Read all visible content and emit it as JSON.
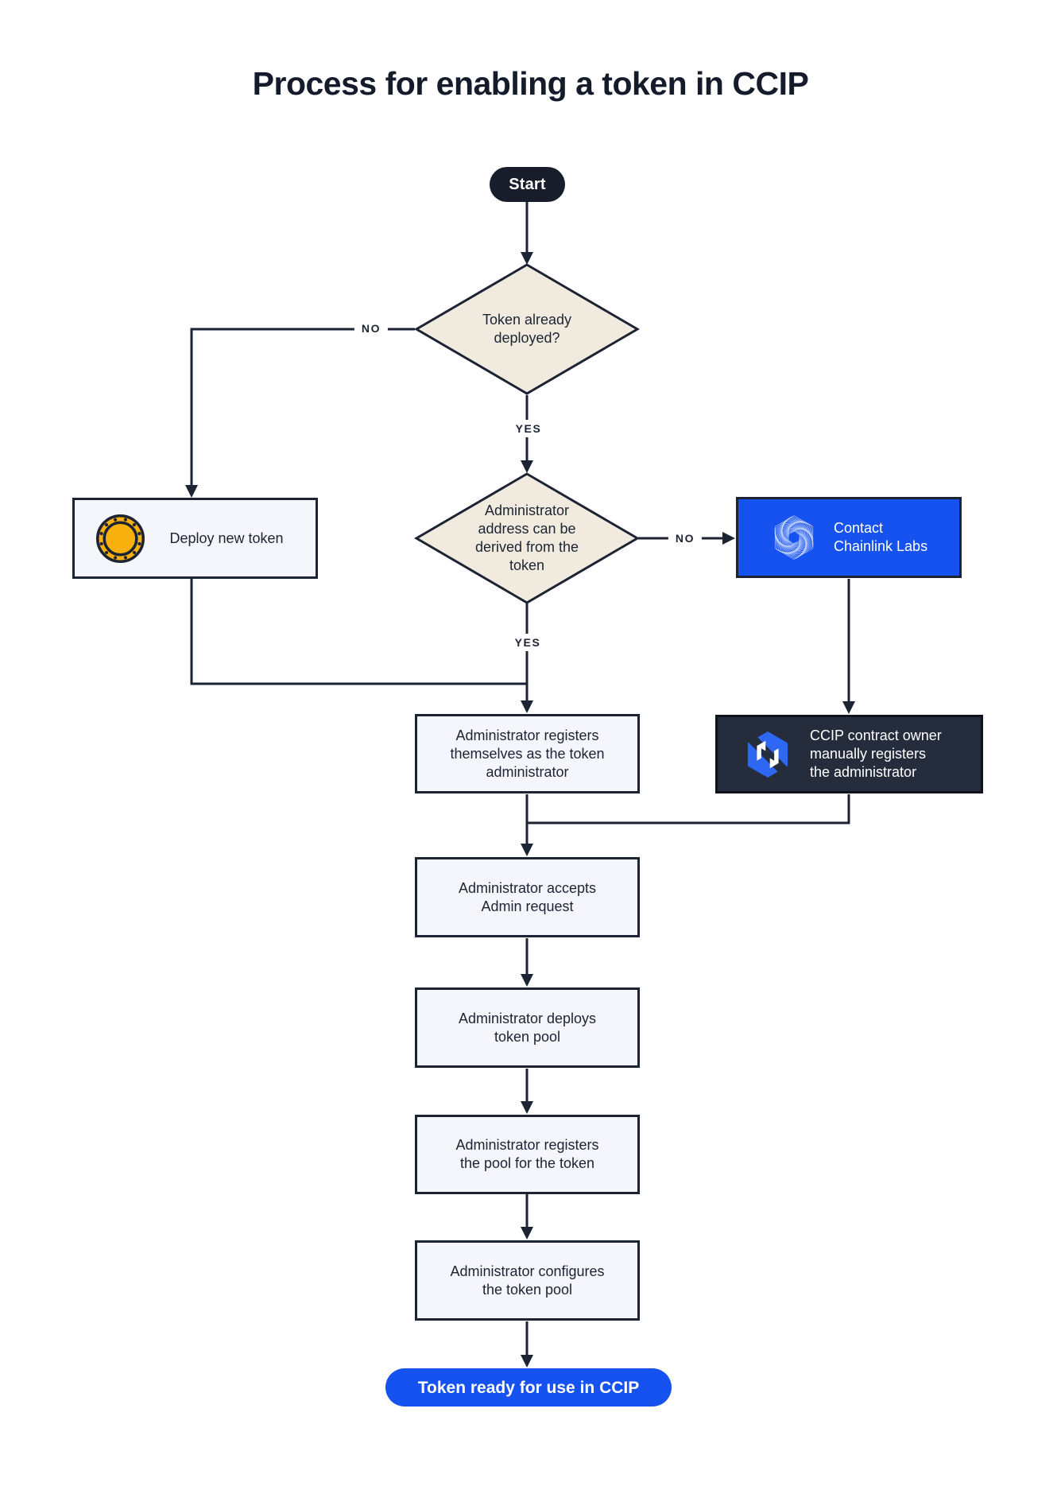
{
  "title": "Process for enabling a token in CCIP",
  "nodes": {
    "start": {
      "label": "Start"
    },
    "token_deployed": {
      "question": "Token already\ndeployed?"
    },
    "deploy_new_token": {
      "label": "Deploy new token",
      "icon": "token-coin-icon"
    },
    "admin_derivable": {
      "question": "Administrator\naddress can be\nderived from the\ntoken"
    },
    "contact_chainlink": {
      "label": "Contact\nChainlink Labs",
      "icon": "chainlink-hexagon-spiral-icon"
    },
    "register_self": {
      "label": "Administrator registers\nthemselves as the token\nadministrator"
    },
    "manual_register": {
      "label": "CCIP contract owner\nmanually registers\nthe administrator",
      "icon": "ccip-cube-icon"
    },
    "accept_request": {
      "label": "Administrator accepts\nAdmin request"
    },
    "deploy_pool": {
      "label": "Administrator deploys\ntoken pool"
    },
    "register_pool": {
      "label": "Administrator registers\nthe pool for the token"
    },
    "configure_pool": {
      "label": "Administrator configures\nthe token pool"
    },
    "end": {
      "label": "Token ready for use in CCIP"
    }
  },
  "edges": {
    "token_deployed_no": "NO",
    "token_deployed_yes": "YES",
    "admin_derivable_no": "NO",
    "admin_derivable_yes": "YES"
  },
  "colors": {
    "ink": "#1C2333",
    "accent_blue": "#1552F0",
    "dark_fill": "#252D3C",
    "start_fill": "#171D2B",
    "diamond_beige": "#F1EBDF",
    "process_fill": "#F4F6FB",
    "coin_gold": "#F8B00E",
    "ccip_logo_blue": "#2E67F3"
  }
}
